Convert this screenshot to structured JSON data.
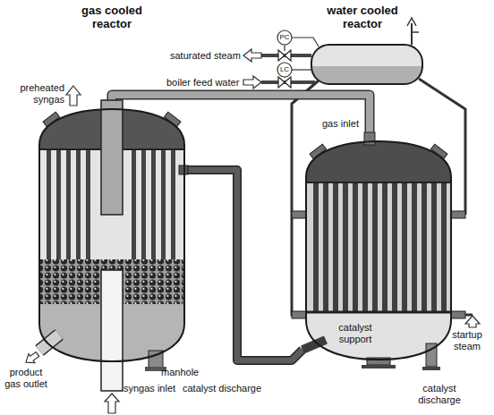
{
  "diagram": {
    "nodes": [
      {
        "text": [
          "gas cooled reactor"
        ]
      },
      {
        "text": [
          "water cooled reactor"
        ]
      }
    ],
    "edges": [
      {
        "from": 0,
        "to": 1,
        "arrow": "none"
      },
      {
        "from": 1,
        "to": 0,
        "arrow": "none"
      }
    ],
    "labels": [
      "saturated steam",
      "PC",
      "LC",
      "boiler feed water",
      "preheated syngas",
      "gas inlet",
      "catalyst support",
      "startup steam",
      "product gas outlet",
      "manhole",
      "syngas inlet",
      "catalyst discharge",
      "catalyst discharge"
    ]
  }
}
